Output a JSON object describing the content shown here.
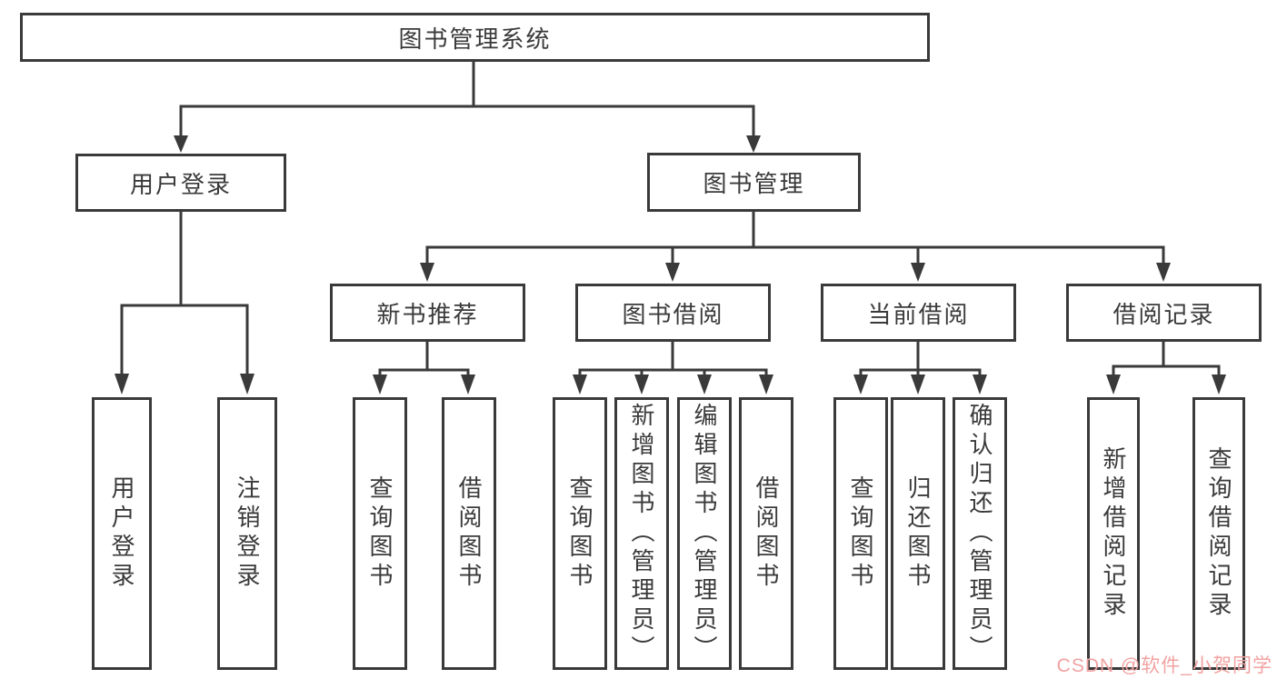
{
  "tree": {
    "root": "图书管理系统",
    "branches": [
      {
        "label": "用户登录",
        "children": [
          {
            "label": "用户登录"
          },
          {
            "label": "注销登录"
          }
        ]
      },
      {
        "label": "图书管理",
        "children": [
          {
            "label": "新书推荐",
            "children": [
              {
                "label": "查询图书"
              },
              {
                "label": "借阅图书"
              }
            ]
          },
          {
            "label": "图书借阅",
            "children": [
              {
                "label": "查询图书"
              },
              {
                "label": "新增图书（管理员）"
              },
              {
                "label": "编辑图书（管理员）"
              },
              {
                "label": "借阅图书"
              }
            ]
          },
          {
            "label": "当前借阅",
            "children": [
              {
                "label": "查询图书"
              },
              {
                "label": "归还图书"
              },
              {
                "label": "确认归还（管理员）"
              }
            ]
          },
          {
            "label": "借阅记录",
            "children": [
              {
                "label": "新增借阅记录"
              },
              {
                "label": "查询借阅记录"
              }
            ]
          }
        ]
      }
    ]
  },
  "watermark": {
    "text": "CSDN @软件_小贺同学"
  },
  "colors": {
    "line": "#3a3a3a",
    "text": "#3a3a3a",
    "watermark": "#f2a2a2",
    "background": "#ffffff"
  }
}
